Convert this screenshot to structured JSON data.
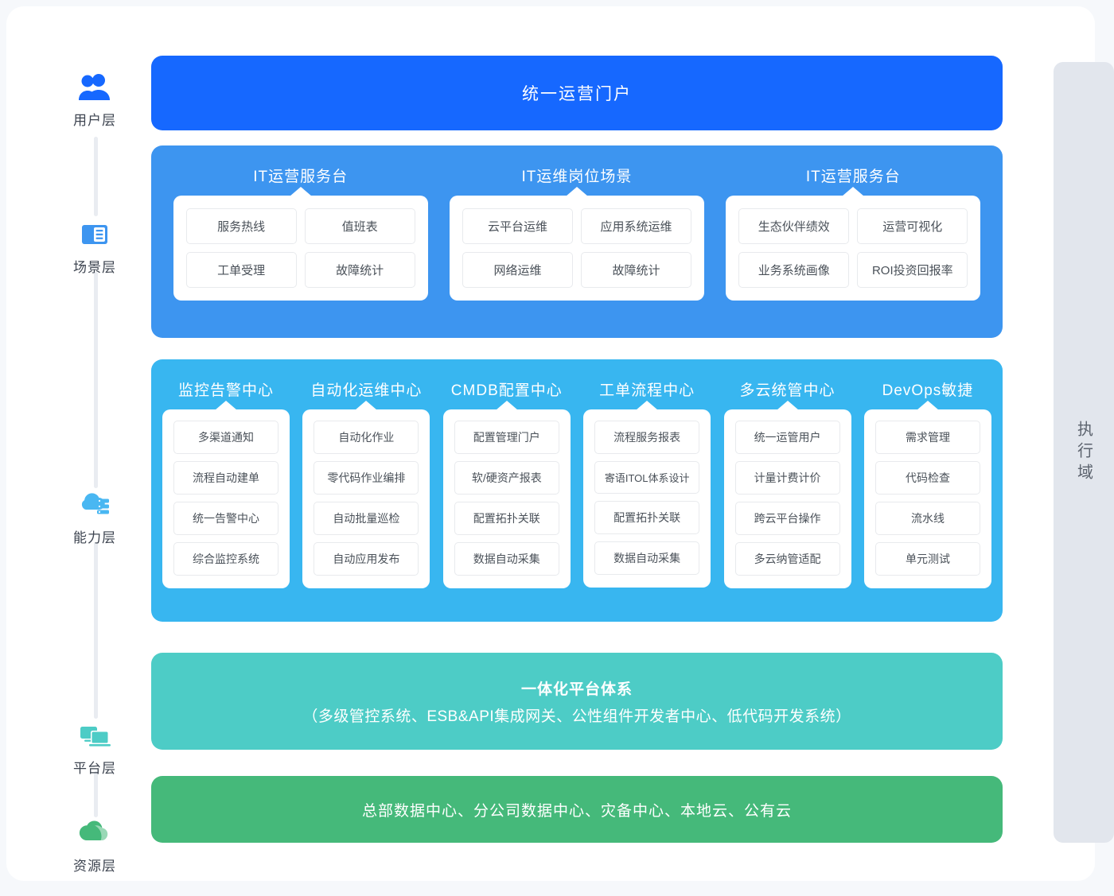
{
  "rail": {
    "items": [
      {
        "label": "用户层",
        "icon": "users-icon",
        "color": "#1668ff"
      },
      {
        "label": "场景层",
        "icon": "window-list-icon",
        "color": "#3d95f0"
      },
      {
        "label": "能力层",
        "icon": "cloud-server-icon",
        "color": "#38b6f0"
      },
      {
        "label": "平台层",
        "icon": "devices-icon",
        "color": "#4dccc6"
      },
      {
        "label": "资源层",
        "icon": "cloud-icon",
        "color": "#45b97a"
      }
    ]
  },
  "portal": {
    "title": "统一运营门户",
    "color": "#1668ff"
  },
  "scenario": {
    "color": "#3d95f0",
    "groups": [
      {
        "title": "IT运营服务台",
        "items": [
          "服务热线",
          "值班表",
          "工单受理",
          "故障统计"
        ]
      },
      {
        "title": "IT运维岗位场景",
        "items": [
          "云平台运维",
          "应用系统运维",
          "网络运维",
          "故障统计"
        ]
      },
      {
        "title": "IT运营服务台",
        "items": [
          "生态伙伴绩效",
          "运营可视化",
          "业务系统画像",
          "ROI投资回报率"
        ]
      }
    ]
  },
  "capability": {
    "color": "#38b6f0",
    "columns": [
      {
        "title": "监控告警中心",
        "items": [
          "多渠道通知",
          "流程自动建单",
          "统一告警中心",
          "综合监控系统"
        ]
      },
      {
        "title": "自动化运维中心",
        "items": [
          "自动化作业",
          "零代码作业编排",
          "自动批量巡检",
          "自动应用发布"
        ]
      },
      {
        "title": "CMDB配置中心",
        "items": [
          "配置管理门户",
          "软/硬资产报表",
          "配置拓扑关联",
          "数据自动采集"
        ]
      },
      {
        "title": "工单流程中心",
        "items": [
          "流程服务报表",
          "寄语ITOL体系设计",
          "配置拓扑关联",
          "数据自动采集"
        ]
      },
      {
        "title": "多云统管中心",
        "items": [
          "统一运管用户",
          "计量计费计价",
          "跨云平台操作",
          "多云纳管适配"
        ]
      },
      {
        "title": "DevOps敏捷",
        "items": [
          "需求管理",
          "代码检查",
          "流水线",
          "单元测试"
        ]
      }
    ]
  },
  "platform": {
    "title": "一体化平台体系",
    "subtitle": "（多级管控系统、ESB&API集成网关、公性组件开发者中心、低代码开发系统）",
    "color": "#4dccc6"
  },
  "resource": {
    "text": "总部数据中心、分公司数据中心、灾备中心、本地云、公有云",
    "color": "#45b97a"
  },
  "right_panel": {
    "label": "执行域",
    "color": "#e2e6ed"
  }
}
